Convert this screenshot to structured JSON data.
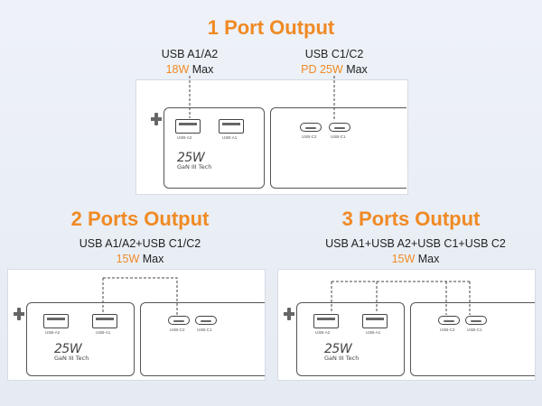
{
  "sections": [
    {
      "title": "1 Port Output",
      "labels": [
        {
          "line1": "USB A1/A2",
          "watt": "18W",
          "suffix": " Max"
        },
        {
          "line1": "USB C1/C2",
          "watt": "PD 25W",
          "suffix": " Max"
        }
      ]
    },
    {
      "title": "2 Ports Output",
      "labels": [
        {
          "line1": "USB A1/A2+USB C1/C2",
          "watt": "15W",
          "suffix": " Max"
        }
      ]
    },
    {
      "title": "3 Ports Output",
      "labels": [
        {
          "line1": "USB A1+USB A2+USB C1+USB C2",
          "watt": "15W",
          "suffix": " Max"
        }
      ]
    }
  ],
  "device": {
    "port_a2": "USB-A2",
    "port_a1": "USB-A1",
    "port_c2": "USB-C2",
    "port_c1": "USB-C1",
    "badge_power": "25W",
    "badge_tech": "GaN III Tech"
  },
  "colors": {
    "accent": "#f08a24",
    "background": "#eaeef5"
  }
}
